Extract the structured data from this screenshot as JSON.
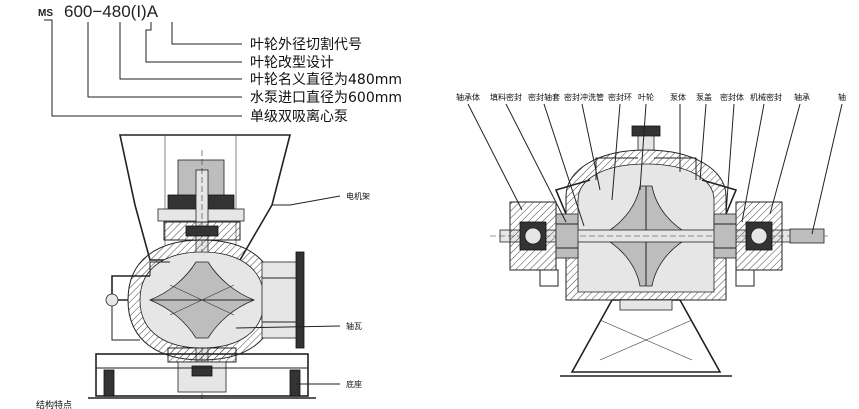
{
  "model_code": {
    "prefix": "MS",
    "code": "600−480(I)A"
  },
  "designation_legend": [
    "叶轮外径切割代号",
    "叶轮改型设计",
    "叶轮名义直径为480mm",
    "水泵进口直径为600mm",
    "单级双吸离心泵"
  ],
  "left_drawing": {
    "labels": {
      "motor_frame": "电机架",
      "bearing_bush": "轴瓦",
      "base": "底座"
    }
  },
  "right_drawing": {
    "labels": [
      "轴承体",
      "填料密封",
      "密封轴套",
      "密封冲洗管",
      "密封环",
      "叶轮",
      "泵体",
      "泵盖",
      "密封体",
      "机械密封",
      "轴承",
      "轴"
    ]
  },
  "footer_text": "结构特点"
}
